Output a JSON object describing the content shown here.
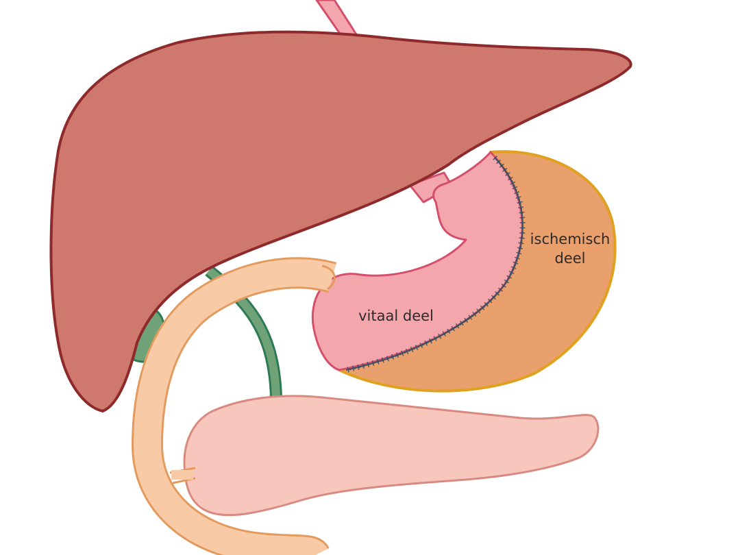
{
  "labels": {
    "vital_part": "vitaal deel",
    "ischemic_part_line1": "ischemisch",
    "ischemic_part_line2": "deel"
  },
  "colors": {
    "liver_fill": "#cf786d",
    "liver_stroke": "#8e2a2c",
    "esophagus_fill": "#f4a6ad",
    "stomach_vital_fill": "#f4a6ad",
    "stomach_vital_stroke": "#d34f6b",
    "stomach_ischemic_fill": "#eaa06d",
    "stomach_ischemic_stroke": "#e0a020",
    "suture_line": "#3e4f63",
    "gallbladder_fill": "#6fa276",
    "bile_duct_stroke": "#2e7a55",
    "duodenum_fill": "#f8cba6",
    "duodenum_stroke": "#e39a5e",
    "pancreas_fill": "#f7c6bd",
    "pancreas_stroke": "#d88a80"
  }
}
